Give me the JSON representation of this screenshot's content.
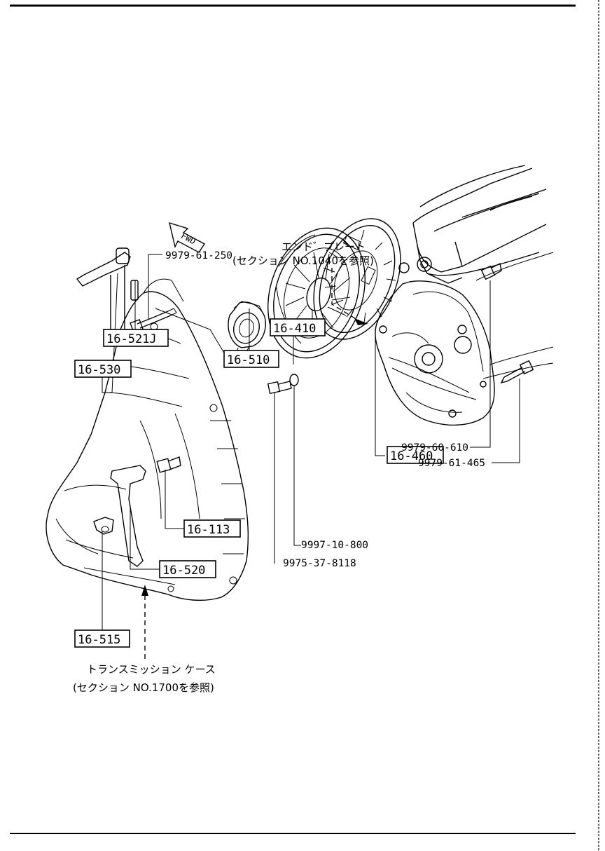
{
  "diagram": {
    "fwd_label": "FWD",
    "part_boxes": {
      "p16_521j": "16-521J",
      "p16_530": "16-530",
      "p16_510": "16-510",
      "p16_410": "16-410",
      "p16_460": "16-460",
      "p16_113": "16-113",
      "p16_520": "16-520",
      "p16_515": "16-515"
    },
    "part_numbers": {
      "n9979_61_250": "9979-61-250",
      "n9979_60_610": "9979-60-610",
      "n9979_61_465": "9979-61-465",
      "n9997_10_800": "9997-10-800",
      "n9975_37_8118": "9975-37-8118"
    },
    "references": {
      "end_plate_title": "エンド゛プレート",
      "end_plate_ref": "(セクション NO.1040を参照)",
      "trans_case_title": "トランスミッション ケース",
      "trans_case_ref": "(セクション NO.1700を参照)"
    },
    "colors": {
      "ink": "#000000",
      "paper": "#ffffff"
    }
  }
}
